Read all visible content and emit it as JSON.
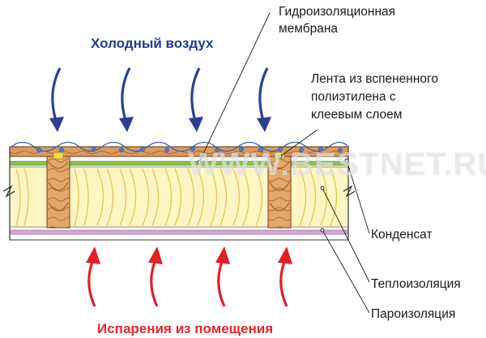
{
  "diagram": {
    "title_cold": "Холодный воздух",
    "title_warm": "Испарения из помещения",
    "labels": {
      "membrane": [
        "Гидроизоляционная",
        "мембрана"
      ],
      "tape": [
        "Лента из вспененного",
        "полиэтилена с",
        "клеевым слоем"
      ],
      "condensate": "Конденсат",
      "insulation": "Теплоизоляция",
      "vapor_barrier": "Пароизоляция"
    },
    "watermark": "WWW.BESTNET.RU"
  },
  "colors": {
    "cold_arrow": "#2b3f93",
    "warm_arrow": "#e01f26",
    "wood": "#d99b5f",
    "insulation_fill": "#fff6c4",
    "insulation_wave": "#e3c64a",
    "membrane": "#86c552",
    "vapor_barrier": "#d8a5d8",
    "tape": "#f4d94a",
    "droplet": "#4f7bc8"
  }
}
